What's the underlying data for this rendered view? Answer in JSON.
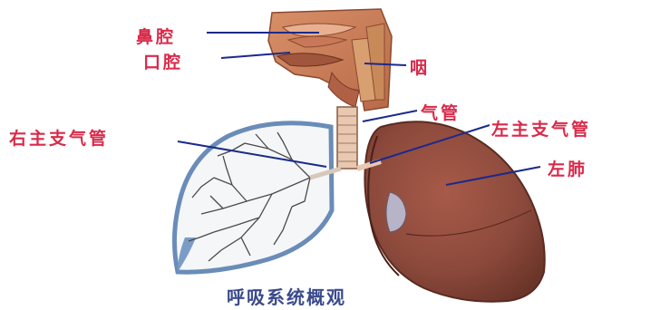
{
  "labels": {
    "nasal_cavity": "鼻腔",
    "oral_cavity": "口腔",
    "pharynx": "咽",
    "trachea": "气管",
    "right_main_bronchus": "右主支气管",
    "left_main_bronchus": "左主支气管",
    "left_lung": "左肺"
  },
  "caption": "呼吸系统概观",
  "colors": {
    "label_text": "#d92a4a",
    "leader_lines": "#1a2a8c",
    "caption_text": "#3a4a8c",
    "lung_tissue": "#8c4a3c",
    "airway": "#c06a48"
  }
}
